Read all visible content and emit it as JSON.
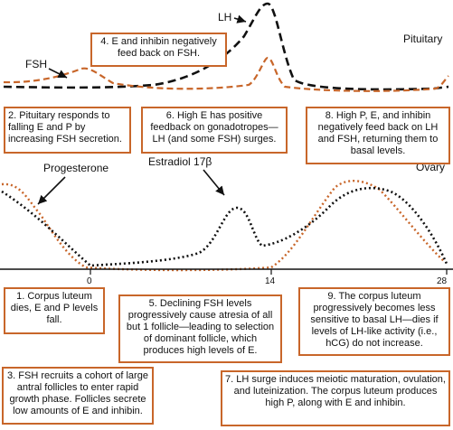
{
  "labels": {
    "lh": "LH",
    "fsh": "FSH",
    "pituitary": "Pituitary",
    "ovary": "Ovary",
    "progesterone": "Progesterone",
    "estradiol": "Estradiol 17β"
  },
  "axis": {
    "ticks": [
      "0",
      "14",
      "28"
    ]
  },
  "boxes": {
    "b1": "1. Corpus luteum dies, E and P levels fall.",
    "b2": "2. Pituitary responds to falling E and P by increasing FSH secretion.",
    "b3": "3. FSH recruits a cohort of large antral follicles to enter rapid growth phase. Follicles secrete low amounts of E and inhibin.",
    "b4": "4. E and inhibin negatively feed back on FSH.",
    "b5": "5. Declining FSH levels progressively cause atresia of all but 1 follicle—leading to selection of dominant follicle, which produces high levels of E.",
    "b6": "6. High E has positive feedback on gonadotropes—LH (and some FSH) surges.",
    "b7": "7. LH surge induces meiotic maturation, ovulation, and luteinization. The corpus luteum produces high P, along with E and inhibin.",
    "b8": "8. High P, E, and inhibin negatively feed back on LH and FSH, returning them to basal levels.",
    "b9": "9. The corpus luteum progressively becomes less sensitive to basal LH—dies if levels of LH-like activity (i.e., hCG) do not increase."
  },
  "colors": {
    "accent": "#c8662a",
    "dark": "#111111"
  }
}
